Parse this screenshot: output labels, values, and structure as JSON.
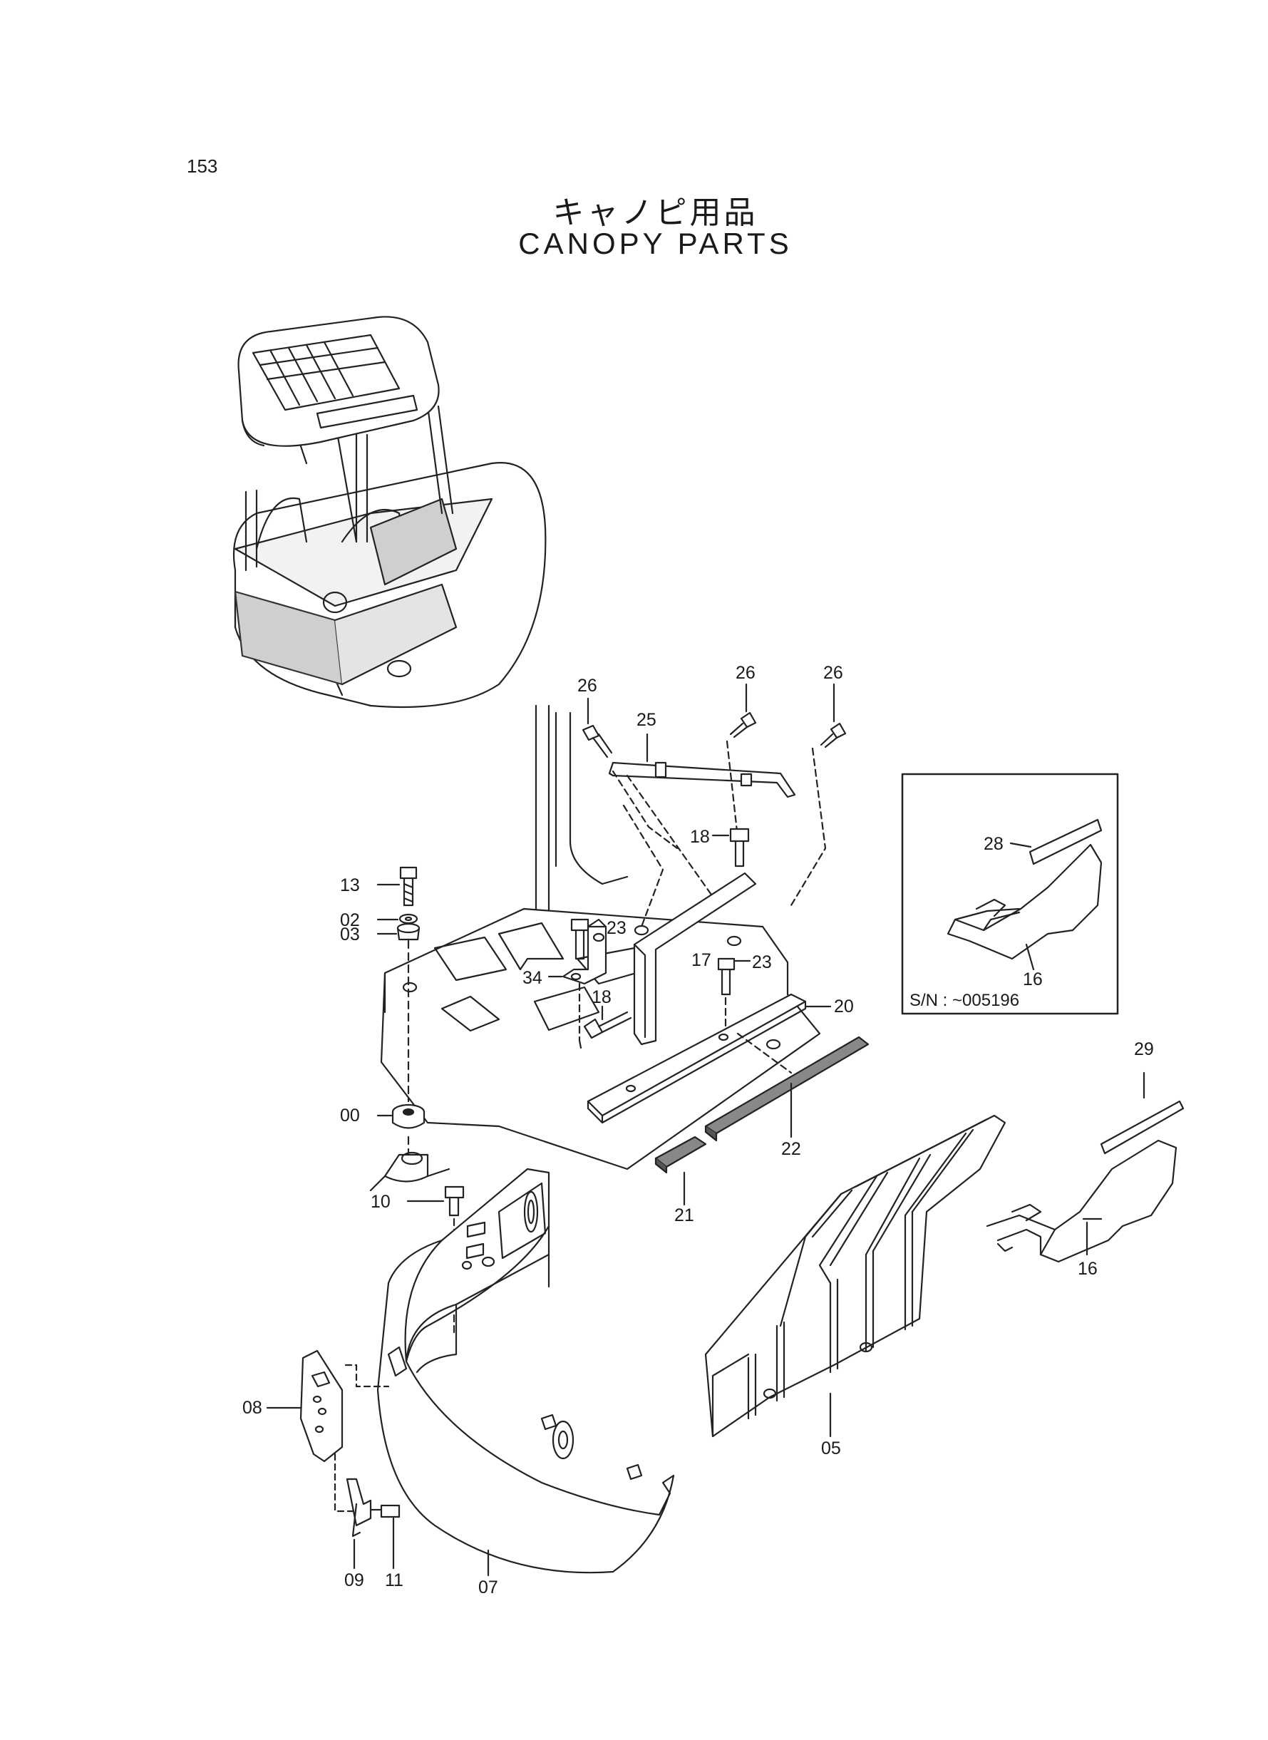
{
  "page_number": "153",
  "title_jp": "キャノピ用品",
  "title_en": "CANOPY PARTS",
  "inset_note": "S/N : ~005196",
  "callouts": {
    "c26a": "26",
    "c26b": "26",
    "c26c": "26",
    "c25": "25",
    "c28": "28",
    "c16a": "16",
    "c16b": "16",
    "c29": "29",
    "c18a": "18",
    "c18b": "18",
    "c23a": "23",
    "c23b": "23",
    "c17": "17",
    "c20": "20",
    "c34": "34",
    "c13": "13",
    "c02": "02",
    "c03": "03",
    "c00": "00",
    "c21": "21",
    "c22": "22",
    "c10": "10",
    "c08": "08",
    "c05": "05",
    "c09": "09",
    "c11": "11",
    "c07": "07"
  }
}
